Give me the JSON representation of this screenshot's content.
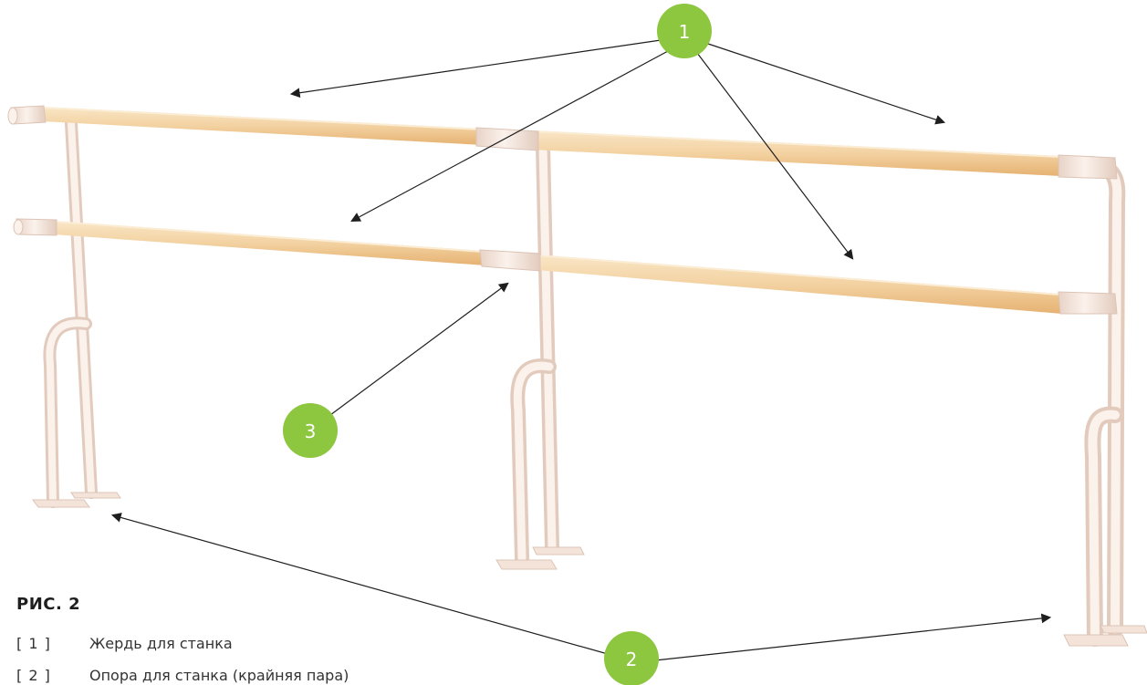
{
  "figure": {
    "caption": "РИС. 2",
    "legend": [
      {
        "num": "[ 1 ]",
        "text": "Жердь для станка"
      },
      {
        "num": "[ 2 ]",
        "text": "Опора для станка (крайняя пара)"
      }
    ],
    "callouts": [
      {
        "id": "1",
        "label": "1"
      },
      {
        "id": "2",
        "label": "2"
      },
      {
        "id": "3",
        "label": "3"
      }
    ]
  },
  "colors": {
    "callout_fill": "#8dc63f",
    "wood_light": "#f6dfb8",
    "wood_dark": "#e9b877",
    "metal": "#f7ebe3",
    "metal_shade": "#e5cfc2",
    "arrow": "#1e1e1e"
  }
}
